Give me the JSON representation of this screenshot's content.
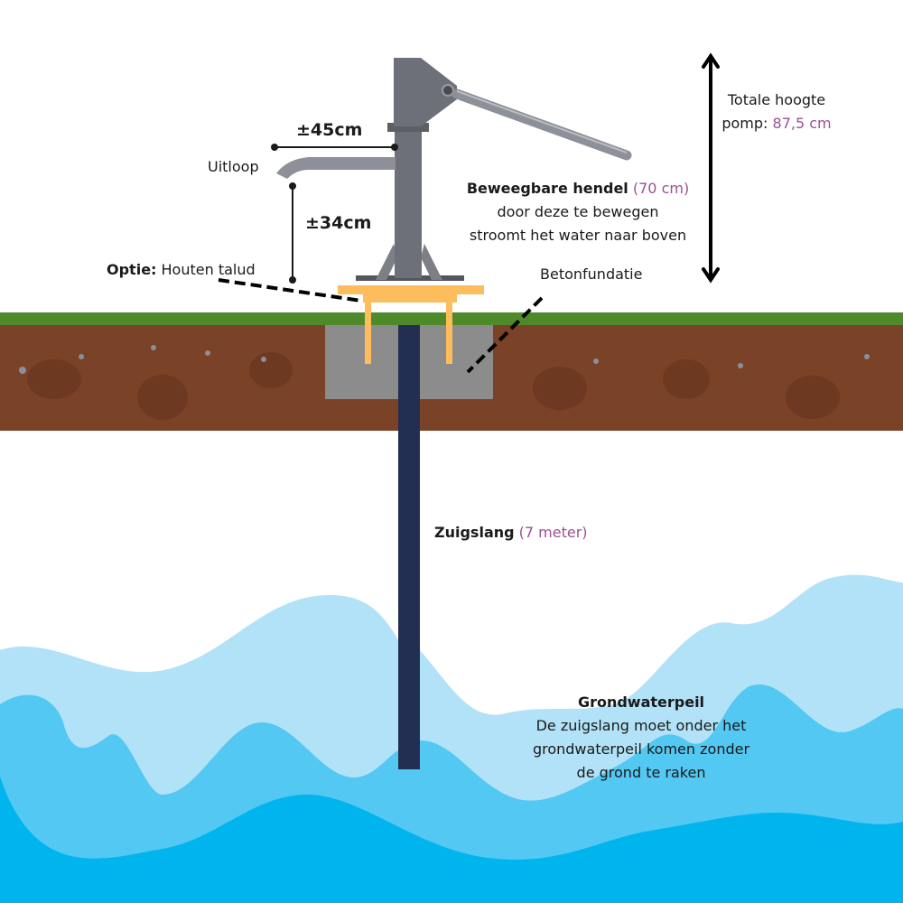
{
  "colors": {
    "accent": "#9b4f96",
    "pipe": "#232f52",
    "concrete": "#8c8c8c",
    "wood": "#fdbd5c",
    "soil": "#7a4226",
    "grass": "#4e8a2a",
    "water_light": "#b2e2f7",
    "water_mid": "#52c8f2",
    "water_deep": "#00b4ee",
    "pump_metal": "#6e7079"
  },
  "labels": {
    "total_height": {
      "line1": "Totale hoogte",
      "prefix": "pomp: ",
      "value": "87,5 cm"
    },
    "handle": {
      "title": "Beweegbare hendel",
      "value": "(70 cm)",
      "line2": "door deze te bewegen",
      "line3": "stroomt het water naar boven"
    },
    "spout": "Uitloop",
    "dim_horizontal": "±45cm",
    "dim_vertical": "±34cm",
    "option": {
      "bold": "Optie:",
      "text": " Houten talud"
    },
    "foundation": "Betonfundatie",
    "hose": {
      "title": "Zuigslang",
      "value": "(7 meter)"
    },
    "groundwater": {
      "title": "Grondwaterpeil",
      "line1": "De zuigslang moet onder het",
      "line2": "grondwaterpeil komen zonder",
      "line3": "de grond te raken"
    }
  }
}
